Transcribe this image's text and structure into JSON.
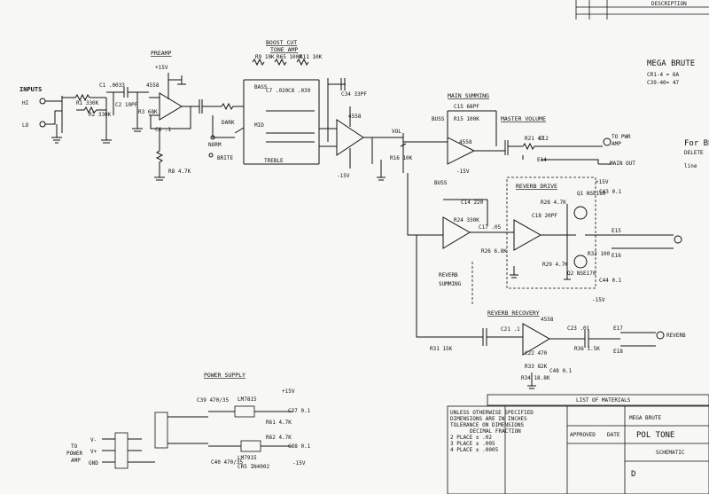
{
  "title_block": {
    "top_header": "DESCRIPTION",
    "project_name": "MEGA BRUTE",
    "drawing_name": "POL TONE",
    "drawing_type": "SCHEMATIC",
    "notes_right": [
      "CR1-4 = 6A",
      "C39-40= 47"
    ],
    "for_note": [
      "For BR",
      "DELETE",
      "line"
    ],
    "list_of_materials": "LIST OF MATERIALS",
    "size_letter": "D"
  },
  "sections": {
    "inputs": "INPUTS",
    "preamp": "PREAMP",
    "boost_cut": "BOOST  CUT",
    "tone_amp": "TONE AMP",
    "main_summing": "MAIN SUMMING",
    "master_volume": "MASTER VOLUME",
    "reverb_drive": "REVERB DRIVE",
    "reverb_recovery": "REVERB RECOVERY",
    "reverb_summing": [
      "REVERB",
      "SUMMING"
    ],
    "power_supply": "POWER SUPPLY",
    "to_power_amp": [
      "TO",
      "POWER",
      "AMP"
    ]
  },
  "labels": {
    "hi": "HI",
    "lo": "LO",
    "c1": "C1  .0033",
    "preamp_ic": "4558",
    "dark": "DARK",
    "brite": "BRITE",
    "norm": "NORM",
    "bass": "BASS",
    "mid": "MID",
    "treble": "TREBLE",
    "vol": "VOL",
    "buss": "BUSS",
    "pwr_amp": [
      "TO PWR",
      "AMP"
    ],
    "main_out": "MAIN OUT",
    "reverb_out": "REVERB",
    "lm7815": "LM7815",
    "lm7915": "LM7915",
    "v_plus": "V+",
    "v_minus": "V-",
    "gnd": "GND",
    "plus15": "+15V",
    "minus15": "-15V"
  },
  "components": [
    "R1 330K",
    "R2 330K",
    "R3 68K",
    "C2 10PF",
    "C6 .1",
    "R8 4.7K",
    "R9 10K",
    "R65 100K",
    "R11 10K",
    "C7 .020",
    "C8 .039",
    "C34 33PF",
    "R16 10K",
    "R15 100K",
    "C15 68PF",
    "R21 47",
    "E12",
    "E14",
    "C14 220",
    "R24 330K",
    "C17 .05",
    "R26 6.8K",
    "C18 20PF",
    "Q1 NSE180",
    "Q2 NSE170",
    "R28 4.7K",
    "R29 4.7K",
    "C43 0.1",
    "C44 0.1",
    "E15",
    "E16",
    "R32 100",
    "R31 15K",
    "C21 .1",
    "R33 82K",
    "C22 470",
    "C23 .01",
    "R36 1.5K",
    "E17",
    "E18",
    "R34 18.8K",
    "C48 0.1",
    "R61 4.7K",
    "R62 4.7K",
    "C37 0.1",
    "C38 0.1",
    "C39 470/35",
    "C40 470/35",
    "CR5 IN4002"
  ],
  "stamp_lines": [
    "UNLESS OTHERWISE SPECIFIED",
    "DIMENSIONS ARE IN INCHES",
    "TOLERANCE ON DIMENSIONS",
    "DECIMAL   FRACTION",
    "2 PLACE ± .02",
    "3 PLACE ± .005",
    "4 PLACE ± .0005",
    "APPROVED",
    "DATE"
  ]
}
